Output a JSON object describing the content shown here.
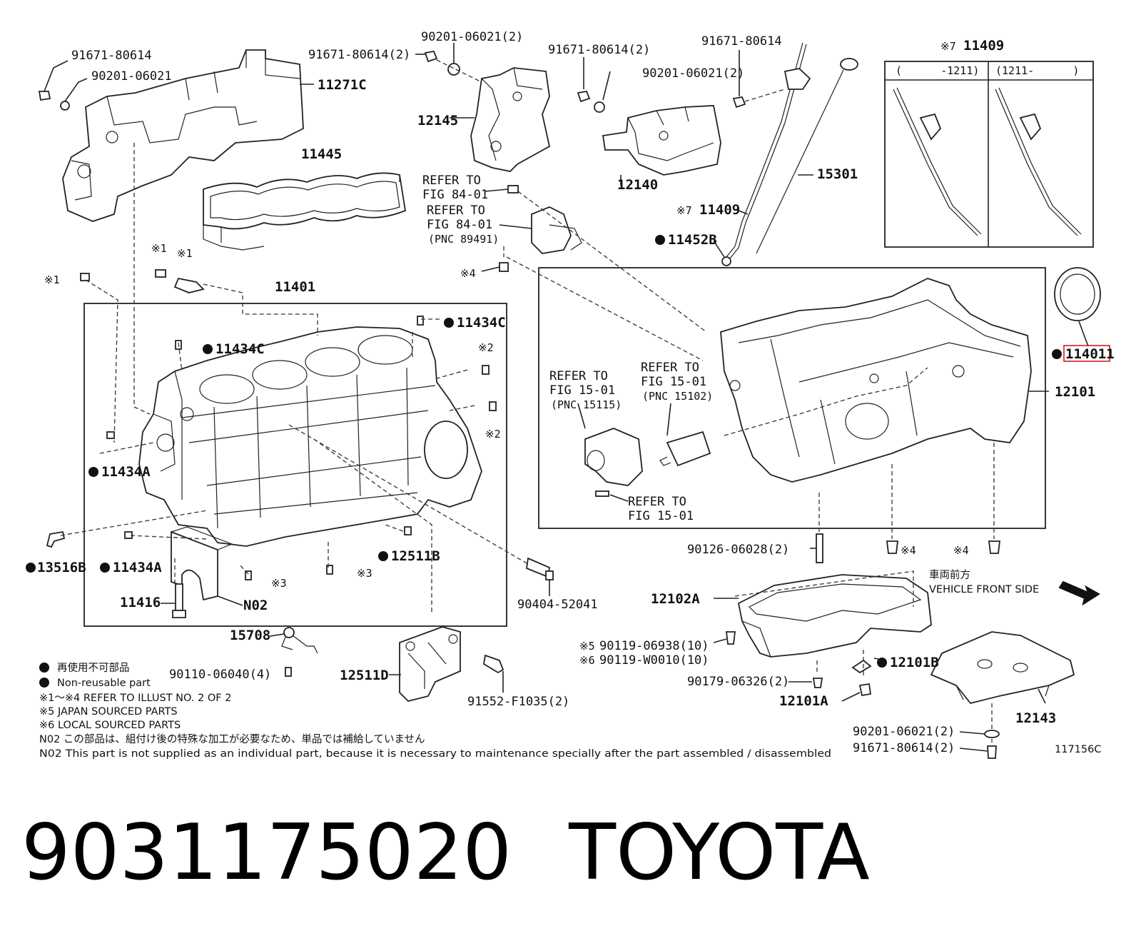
{
  "callouts": {
    "c_91671_80614_tl": "91671-80614",
    "c_90201_06021_tl": "90201-06021",
    "c_11271c": "11271C",
    "c_91671_80614_2_a": "91671-80614(2)",
    "c_90201_06021_2_a": "90201-06021(2)",
    "c_91671_80614_2_b": "91671-80614(2)",
    "c_91671_80614_tr": "91671-80614",
    "c_90201_06021_2_b": "90201-06021(2)",
    "c_11409_top": "11409",
    "c_11409_top_mark": "※7",
    "c_12145": "12145",
    "c_11445": "11445",
    "c_12140": "12140",
    "c_15301": "15301",
    "c_11409_mid": "11409",
    "c_11409_mid_mark": "※7",
    "c_11452b": "11452B",
    "c_11401": "11401",
    "c_11434c_a": "11434C",
    "c_11434c_b": "11434C",
    "c_11434a_a": "11434A",
    "c_11434a_b": "11434A",
    "c_13516b": "13516B",
    "c_12511b": "12511B",
    "c_11416": "11416",
    "c_n02": "N02",
    "c_15708": "15708",
    "c_12511d": "12511D",
    "c_90404_52041": "90404-52041",
    "c_91552_f1035": "91552-F1035(2)",
    "c_90110_06040": "90110-06040(4)",
    "c_114011": "114011",
    "c_12101": "12101",
    "c_90126_06028": "90126-06028(2)",
    "c_12102a": "12102A",
    "c_90119_06938": "90119-06938(10)",
    "c_90119_w0010": "90119-W0010(10)",
    "c_mark5": "※5",
    "c_mark6": "※6",
    "c_90179_06326": "90179-06326(2)",
    "c_12101a": "12101A",
    "c_12101b": "12101B",
    "c_12143": "12143",
    "c_90201_06021_2_c": "90201-06021(2)",
    "c_91671_80614_2_c": "91671-80614(2)",
    "c_mark1_a": "※1",
    "c_mark1_b": "※1",
    "c_mark1_c": "※1",
    "c_mark2_a": "※2",
    "c_mark2_b": "※2",
    "c_mark3_a": "※3",
    "c_mark3_b": "※3",
    "c_mark4_a": "※4",
    "c_mark4_b": "※4",
    "c_mark4_c": "※4",
    "c_drawing_no": "117156C"
  },
  "refers": {
    "r84a_1": "REFER TO",
    "r84a_2": "FIG 84-01",
    "r84b_1": "REFER TO",
    "r84b_2": "FIG 84-01",
    "r84b_3": "(PNC 89491)",
    "r15a_1": "REFER TO",
    "r15a_2": "FIG 15-01",
    "r15a_3": "(PNC 15115)",
    "r15b_1": "REFER TO",
    "r15b_2": "FIG 15-01",
    "r15b_3": "(PNC 15102)",
    "r15c_1": "REFER TO",
    "r15c_2": "FIG 15-01"
  },
  "dipstick_variants": {
    "left": "(      -1211)",
    "right": "(1211-      )"
  },
  "front": {
    "jp": "車両前方",
    "en": "VEHICLE FRONT SIDE"
  },
  "legend": {
    "jp_nonreusable": "再使用不可部品",
    "en_nonreusable": "Non-reusable part",
    "refer_illust": "※1～※4  REFER TO ILLUST NO. 2 OF 2",
    "japan_sourced": "※5  JAPAN SOURCED PARTS",
    "local_sourced": "※6  LOCAL SOURCED PARTS",
    "n02_jp": "N02  この部品は、組付け後の特殊な加工が必要なため、単品では補給していません",
    "n02_en": "N02   This part is not supplied as an individual part, because it is necessary to maintenance specially after the part assembled / disassembled"
  },
  "footer": {
    "part_number": "9031175020",
    "brand": "TOYOTA"
  },
  "colors": {
    "line": "#222222",
    "highlight": "#e01818",
    "background": "#ffffff"
  }
}
